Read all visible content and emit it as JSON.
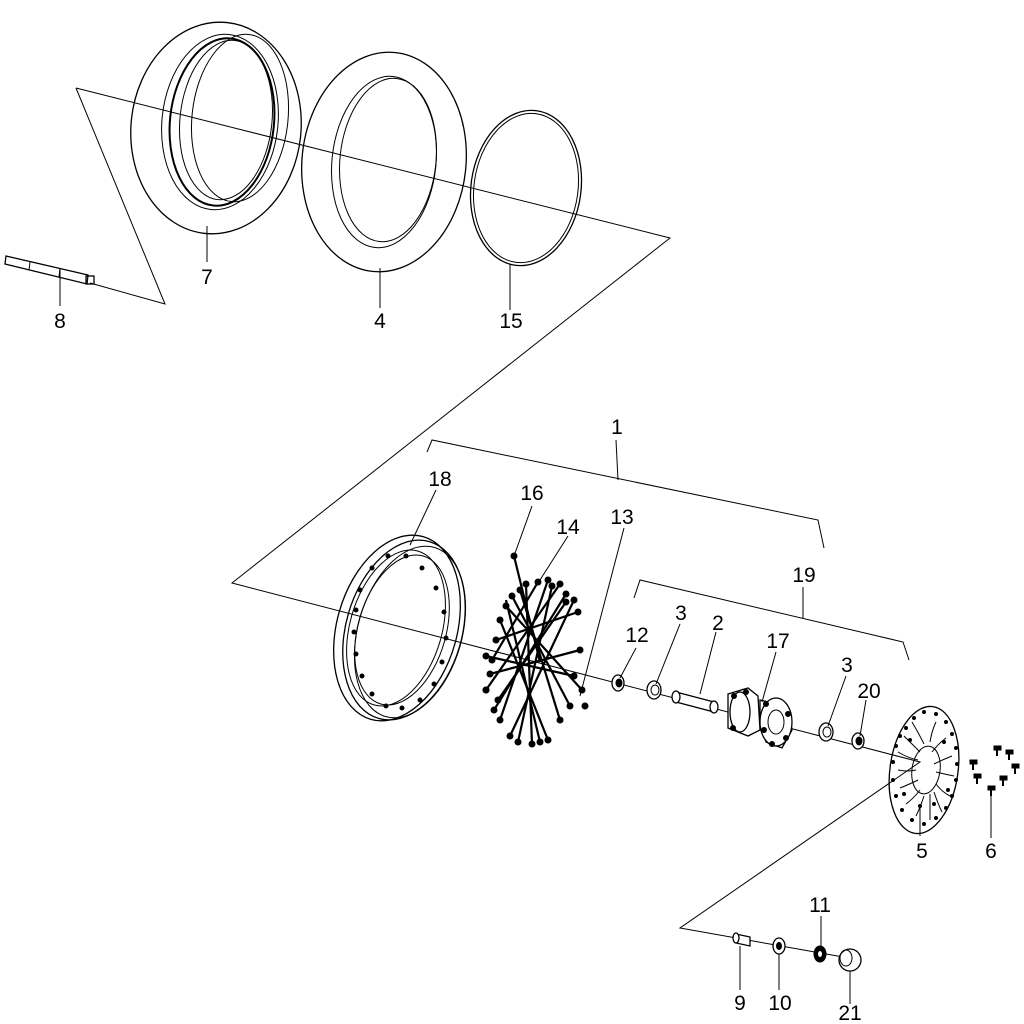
{
  "callouts": {
    "c1": "1",
    "c2": "2",
    "c3a": "3",
    "c3b": "3",
    "c4": "4",
    "c5": "5",
    "c6": "6",
    "c7": "7",
    "c8": "8",
    "c9": "9",
    "c10": "10",
    "c11": "11",
    "c12": "12",
    "c13": "13",
    "c14": "14",
    "c15": "15",
    "c16": "16",
    "c17": "17",
    "c18": "18",
    "c19": "19",
    "c20": "20",
    "c21": "21"
  }
}
